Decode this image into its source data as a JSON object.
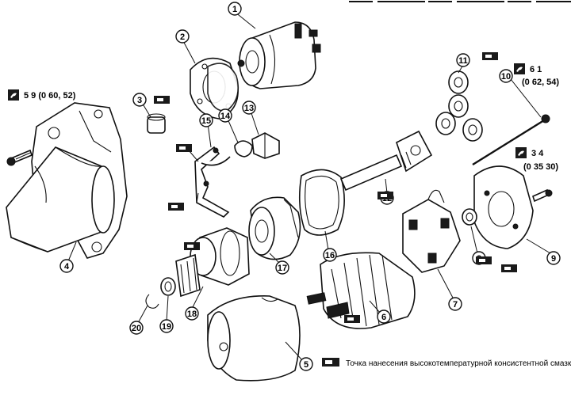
{
  "torque_specs": [
    {
      "id": "torque-59",
      "value": "5 9 (0 60, 52)"
    },
    {
      "id": "torque-61",
      "value": "6 1",
      "sub": "(0 62, 54)"
    },
    {
      "id": "torque-34",
      "value": "3 4",
      "sub": "(0 35 30)"
    }
  ],
  "callouts": [
    "1",
    "2",
    "3",
    "4",
    "5",
    "6",
    "7",
    "8",
    "9",
    "10",
    "11",
    "12",
    "13",
    "14",
    "15",
    "16",
    "17",
    "18",
    "19",
    "20"
  ],
  "legend": {
    "text": "Точка нанесения высокотемпературной консистентной смазки"
  },
  "colors": {
    "line": "#111111",
    "background": "#ffffff",
    "grease_symbol": "#1a1a1a"
  }
}
